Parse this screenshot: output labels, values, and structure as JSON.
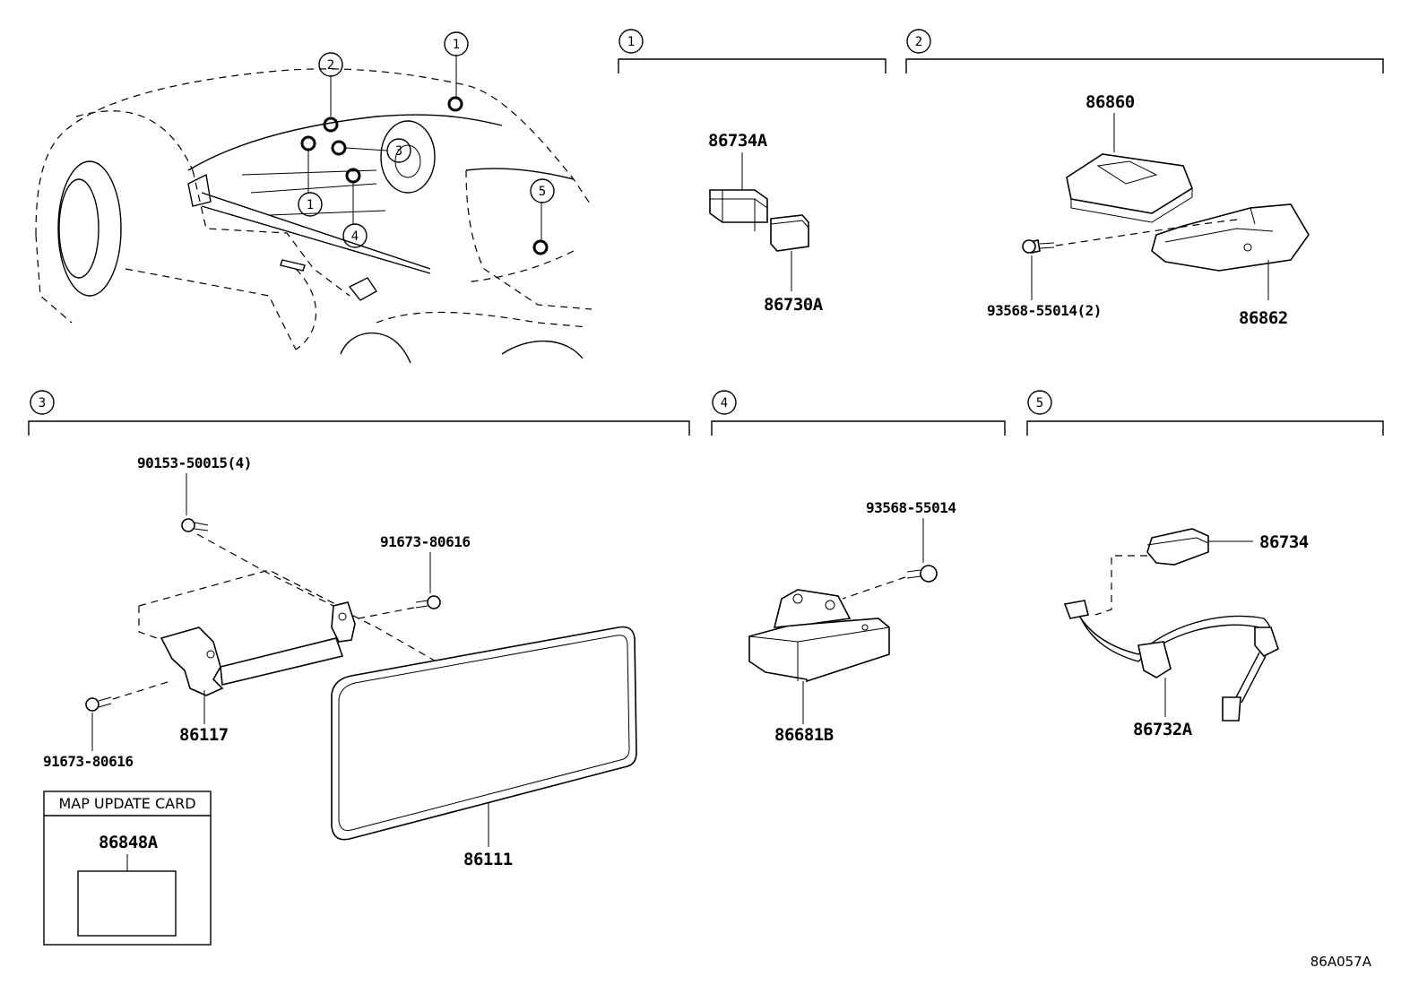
{
  "diagram_id": "86A057A",
  "callouts": {
    "c1": "1",
    "c2": "2",
    "c3": "3",
    "c4": "4",
    "c5": "5"
  },
  "groups": {
    "g1": {
      "number": "1",
      "parts": [
        "86734A",
        "86730A"
      ]
    },
    "g2": {
      "number": "2",
      "parts": [
        "86860",
        "93568-55014(2)",
        "86862"
      ]
    },
    "g3": {
      "number": "3",
      "parts": [
        "90153-50015(4)",
        "91673-80616",
        "86117",
        "91673-80616",
        "86111"
      ]
    },
    "g4": {
      "number": "4",
      "parts": [
        "93568-55014",
        "86681B"
      ]
    },
    "g5": {
      "number": "5",
      "parts": [
        "86734",
        "86732A"
      ]
    }
  },
  "map_card": {
    "title": "MAP UPDATE CARD",
    "part": "86848A"
  }
}
